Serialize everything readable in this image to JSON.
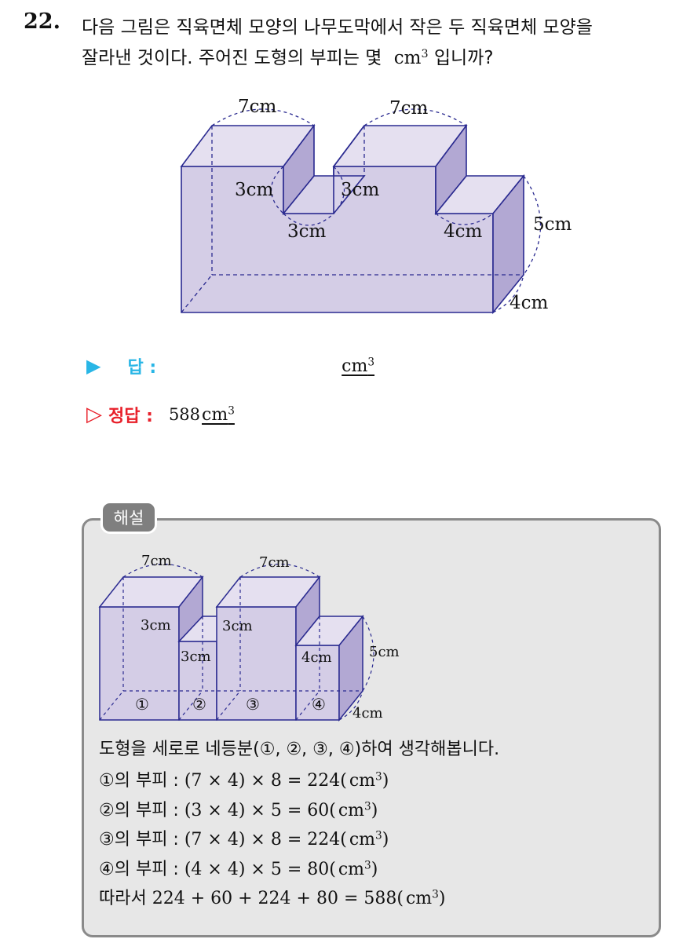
{
  "question": {
    "number": "22.",
    "line1": "다음 그림은 직육면체 모양의 나무도막에서 작은 두 직육면체 모양을",
    "line2_text": "잘라낸 것이다. 주어진 도형의 부피는 몇",
    "line2_unit": "cm",
    "line2_exp": "3",
    "line2_end": "입니까?"
  },
  "figure1": {
    "labels": {
      "top_left": "7cm",
      "top_right": "7cm",
      "notch_left": "3cm",
      "notch_right": "3cm",
      "notch_bottom": "3cm",
      "step_depth": "4cm",
      "height": "5cm",
      "depth": "4cm"
    }
  },
  "answer": {
    "arrow": "▶",
    "label": "답 :",
    "unit": "cm",
    "exp": "3"
  },
  "correct": {
    "arrow": "▷",
    "label": "정답 :",
    "value": "588",
    "unit": "cm",
    "exp": "3"
  },
  "solution": {
    "tab": "해설",
    "figure_labels": {
      "top_left": "7cm",
      "top_right": "7cm",
      "left_3cm": "3cm",
      "mid_3cm": "3cm",
      "bottom_3cm": "3cm",
      "step_4cm": "4cm",
      "height": "5cm",
      "depth": "4cm",
      "part1": "①",
      "part2": "②",
      "part3": "③",
      "part4": "④"
    },
    "intro": "도형을 세로로 네등분(①, ②, ③, ④)하여 생각해봅니다.",
    "lines": [
      {
        "prefix": "①의 부피 :",
        "expr": "(7 × 4) × 8 = 224(",
        "unit": "cm",
        "exp": "3",
        "close": ")"
      },
      {
        "prefix": "②의 부피 :",
        "expr": "(3 × 4) × 5 = 60(",
        "unit": "cm",
        "exp": "3",
        "close": ")"
      },
      {
        "prefix": "③의 부피 :",
        "expr": "(7 × 4) × 8 = 224(",
        "unit": "cm",
        "exp": "3",
        "close": ")"
      },
      {
        "prefix": "④의 부피 :",
        "expr": "(4 × 4) × 5 = 80(",
        "unit": "cm",
        "exp": "3",
        "close": ")"
      },
      {
        "prefix": "따라서",
        "expr": "224 + 60 + 224 + 80 = 588(",
        "unit": "cm",
        "exp": "3",
        "close": ")"
      }
    ]
  },
  "colors": {
    "face_fill": "#d4cde6",
    "side_fill": "#b2a8d3",
    "edge": "#2a2a90",
    "answer_arrow": "#29b6e6",
    "correct_red": "#e8202a",
    "box_bg": "#e7e7e7",
    "tab_bg": "#7f7f7f"
  }
}
